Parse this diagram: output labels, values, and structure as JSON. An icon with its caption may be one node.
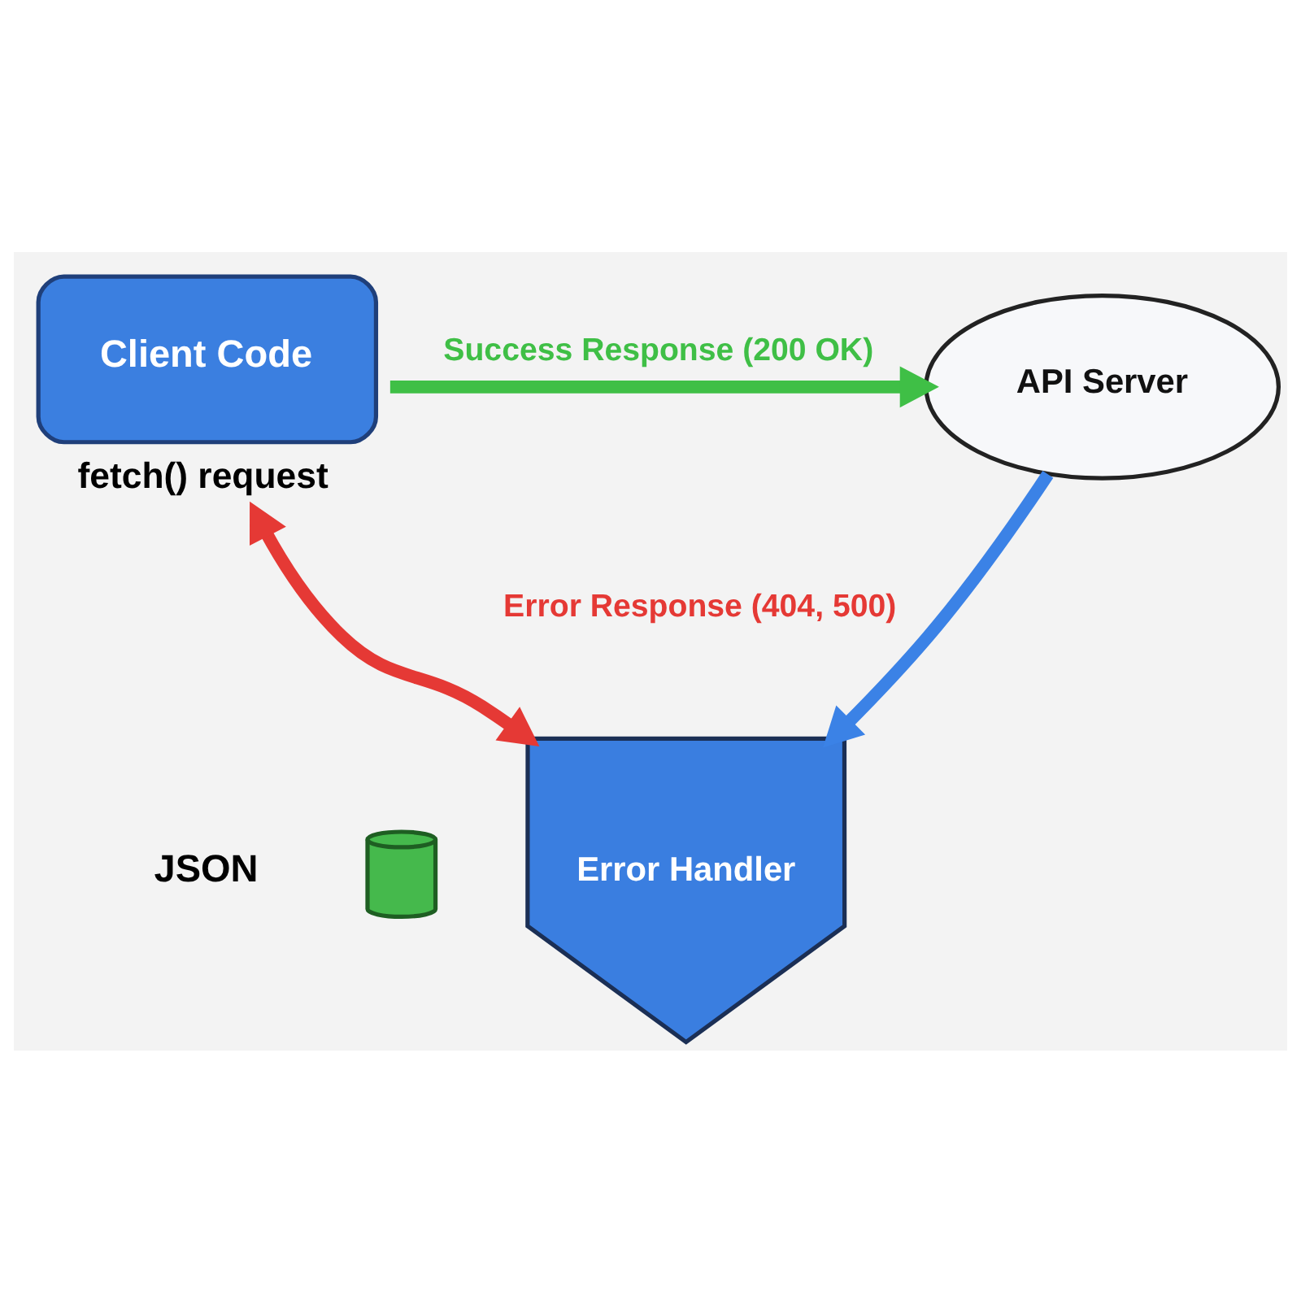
{
  "diagram": {
    "nodes": [
      {
        "text": [
          "Client Code"
        ],
        "beside": [
          "fetch() request"
        ]
      },
      {
        "text": [
          "API Server"
        ]
      },
      {
        "text": [
          "Error Handler"
        ]
      },
      {
        "text": [],
        "shape": "cylinder"
      }
    ],
    "edges": [
      {
        "from": 0,
        "to": 1,
        "arrow": "to",
        "label": "Success Response (200 OK)",
        "color": "#3fbf46"
      },
      {
        "from": 1,
        "to": 2,
        "arrow": "to",
        "color": "#3b82e6"
      },
      {
        "from": 0,
        "to": 2,
        "arrow": "both",
        "label": "Error Response (404, 500)",
        "color": "#e53935"
      }
    ],
    "labels": [
      "JSON"
    ]
  }
}
